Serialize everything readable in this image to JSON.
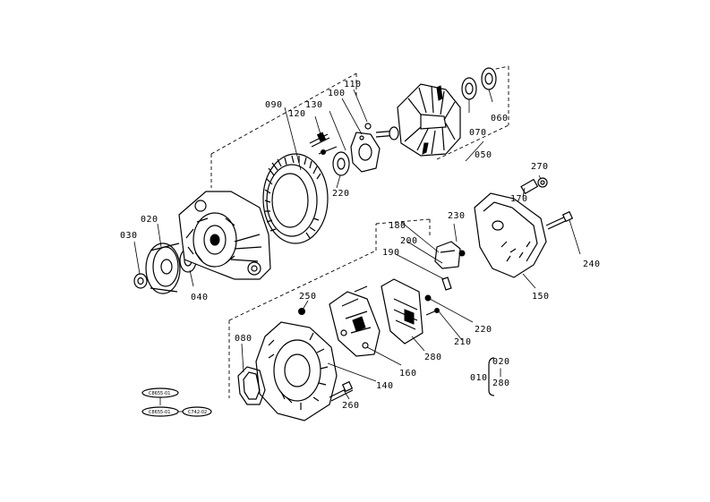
{
  "diagram": {
    "labels": {
      "p010": "010",
      "p020a": "020",
      "p020b": "020",
      "p030": "030",
      "p040": "040",
      "p050": "050",
      "p060": "060",
      "p070": "070",
      "p080": "080",
      "p090": "090",
      "p100": "100",
      "p110": "110",
      "p120": "120",
      "p130": "130",
      "p140": "140",
      "p150": "150",
      "p160": "160",
      "p170": "170",
      "p180": "180",
      "p190": "190",
      "p200": "200",
      "p210": "210",
      "p220a": "220",
      "p220b": "220",
      "p230": "230",
      "p240": "240",
      "p250": "250",
      "p260": "260",
      "p270": "270",
      "p280a": "280",
      "p280b": "280"
    },
    "bracket": {
      "top": "020",
      "sep": "|",
      "bottom": "280"
    },
    "badges": {
      "b1": "C8655-01",
      "b2": "C8655-01",
      "b3": "C742-02"
    }
  }
}
